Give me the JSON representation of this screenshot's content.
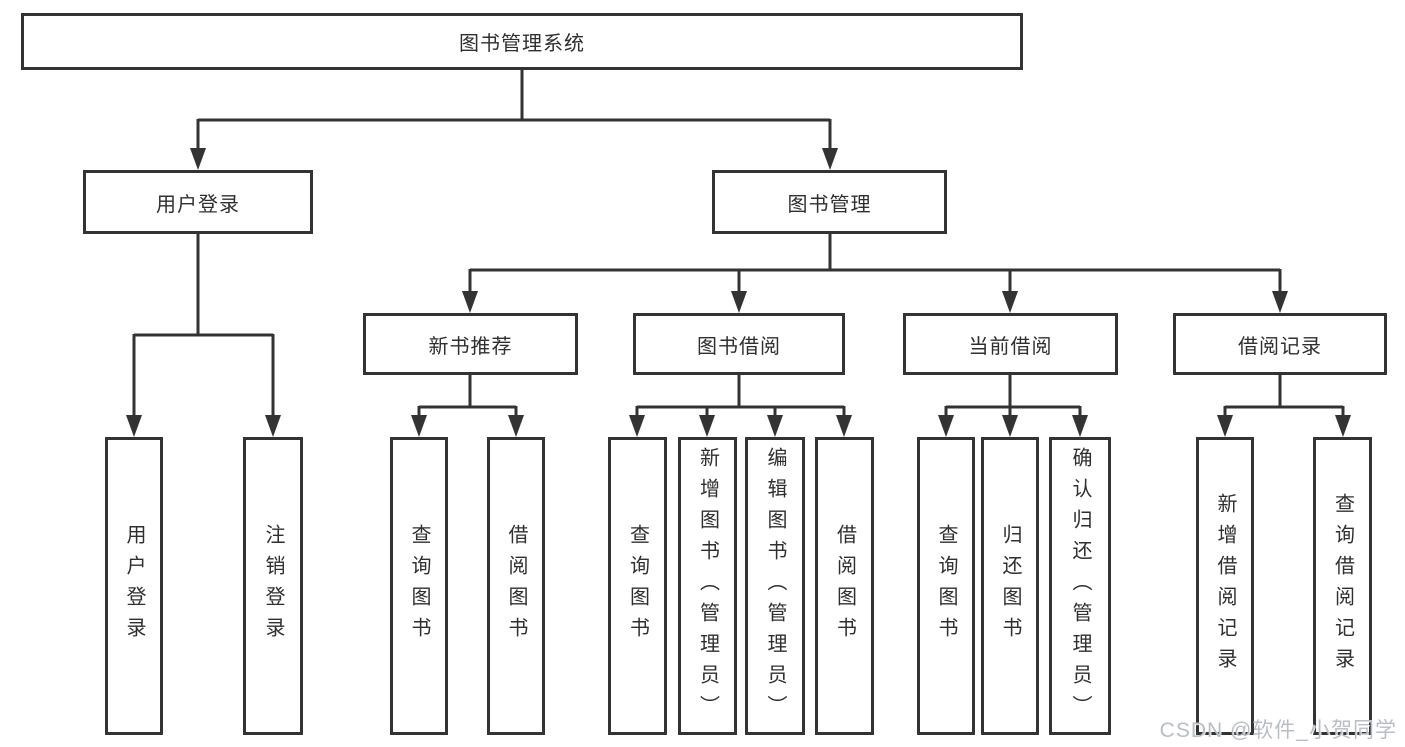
{
  "tree": {
    "root": {
      "label": "图书管理系统"
    },
    "branches": [
      {
        "label": "用户登录",
        "children": [
          {
            "label": "用户登录"
          },
          {
            "label": "注销登录"
          }
        ]
      },
      {
        "label": "图书管理",
        "children": [
          {
            "label": "新书推荐",
            "children": [
              {
                "label": "查询图书"
              },
              {
                "label": "借阅图书"
              }
            ]
          },
          {
            "label": "图书借阅",
            "children": [
              {
                "label": "查询图书"
              },
              {
                "label": "新增图书（管理员）"
              },
              {
                "label": "编辑图书（管理员）"
              },
              {
                "label": "借阅图书"
              }
            ]
          },
          {
            "label": "当前借阅",
            "children": [
              {
                "label": "查询图书"
              },
              {
                "label": "归还图书"
              },
              {
                "label": "确认归还（管理员）"
              }
            ]
          },
          {
            "label": "借阅记录",
            "children": [
              {
                "label": "新增借阅记录"
              },
              {
                "label": "查询借阅记录"
              }
            ]
          }
        ]
      }
    ]
  },
  "watermark": {
    "text": "CSDN @软件_小贺同学"
  },
  "colors": {
    "line": "#333333",
    "box_border": "#333333",
    "text": "#2f2f2f",
    "watermark": "#b9bdc4",
    "background": "#ffffff"
  }
}
